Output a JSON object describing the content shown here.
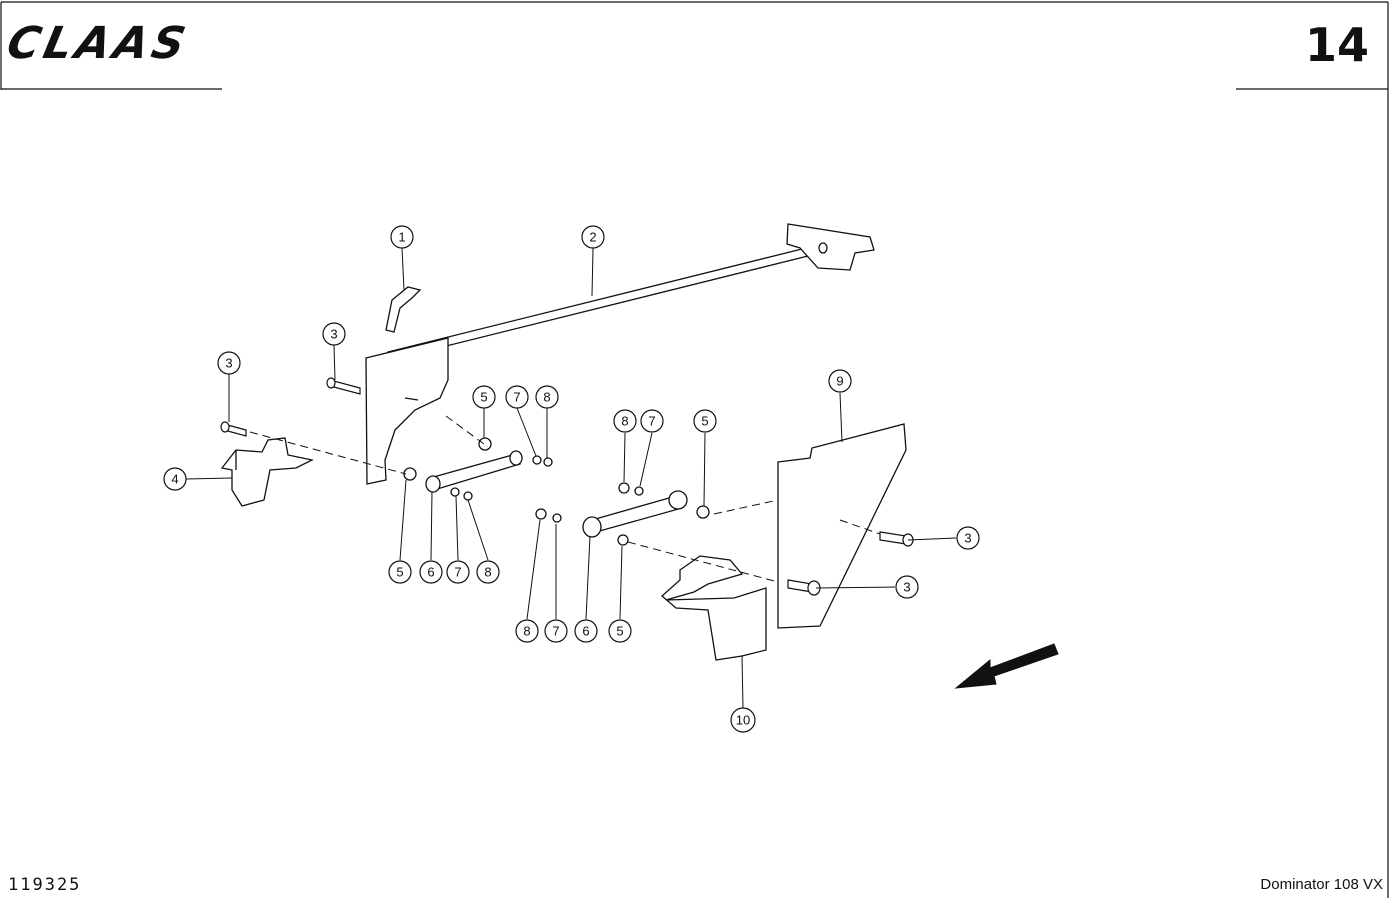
{
  "header": {
    "brand": "CLAAS",
    "page_number": "14"
  },
  "footer": {
    "reference_number": "119325",
    "model": "Dominator 108 VX"
  },
  "callouts": [
    "1",
    "2",
    "3",
    "3",
    "3",
    "3",
    "4",
    "5",
    "5",
    "5",
    "5",
    "6",
    "6",
    "7",
    "7",
    "7",
    "7",
    "8",
    "8",
    "8",
    "8",
    "9",
    "10"
  ]
}
